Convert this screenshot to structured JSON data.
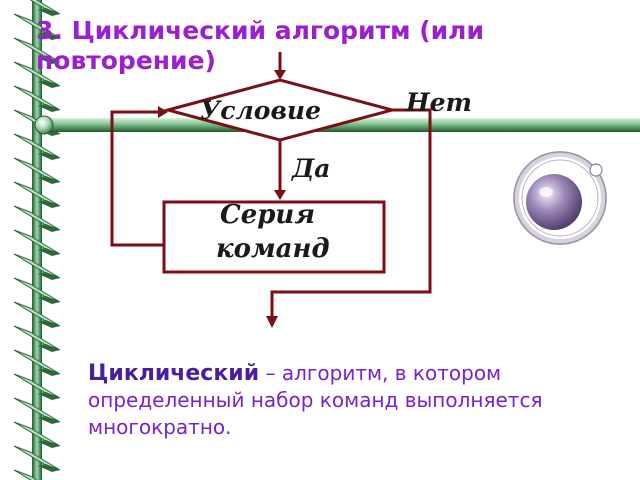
{
  "title": "3. Циклический алгоритм (или повторение)",
  "flowchart": {
    "condition": "Условие",
    "no_label": "Нет",
    "yes_label": "Да",
    "series_line1": "Серия",
    "series_line2": "команд"
  },
  "definition": {
    "term": "Циклический",
    "dash": " – ",
    "text": "алгоритм, в котором определенный набор команд выполняется многократно."
  },
  "colors": {
    "title": "#9b1fd1",
    "flow_lines": "#7a0f14",
    "definition_term": "#4b1ea0",
    "definition_text": "#7a1fd4",
    "spiral_light": "#b9e4c4",
    "spiral_dark": "#2c6a3a"
  },
  "icons": [
    "spiral-border",
    "horizontal-rod",
    "glass-sphere-icon"
  ]
}
